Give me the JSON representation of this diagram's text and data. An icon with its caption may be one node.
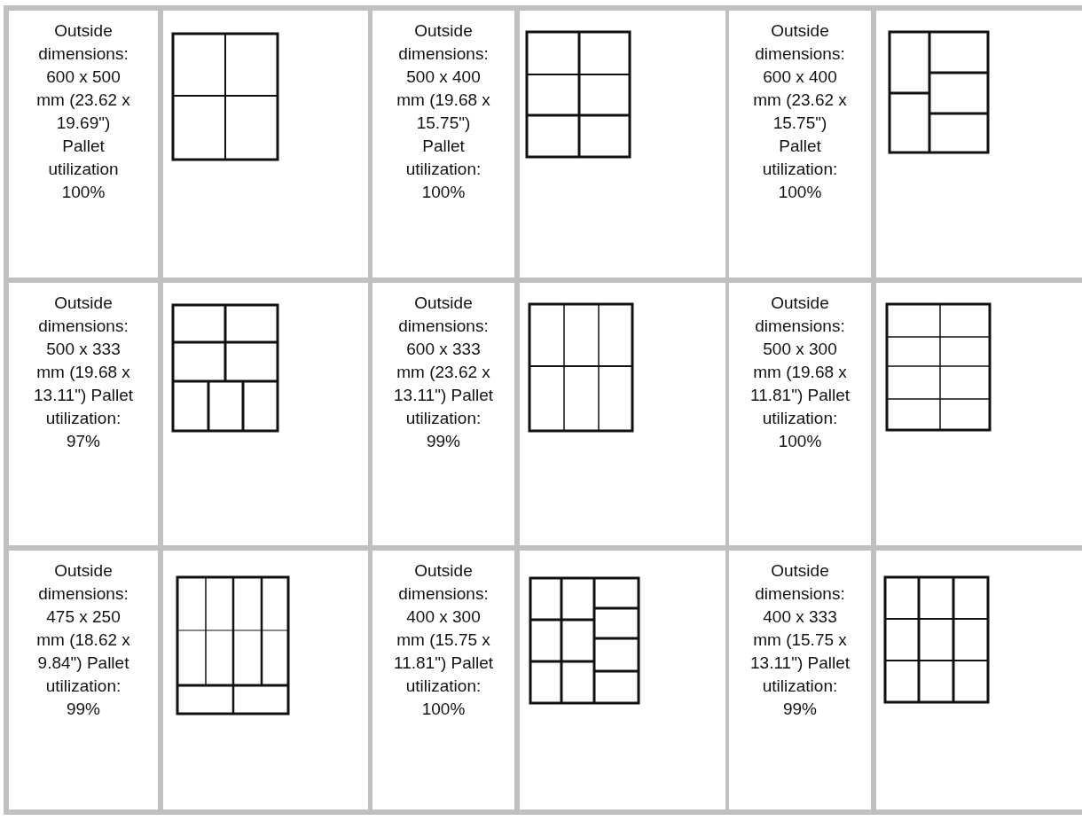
{
  "diagram": {
    "labels": [
      "Outside dimensions: 600 x 500 mm (23.62 x 19.69\") Pallet utilization 100%",
      "Outside dimensions: 500 x 400 mm (19.68 x 15.75\") Pallet utilization: 100%",
      "Outside dimensions: 600 x 400 mm (23.62 x 15.75\") Pallet utilization: 100%",
      "Outside dimensions: 500 x 333 mm (19.68 x 13.11\") Pallet utilization: 97%",
      "Outside dimensions: 600 x 333 mm (23.62 x 13.11\") Pallet utilization: 99%",
      "Outside dimensions: 500 x 300 mm (19.68 x 11.81\") Pallet utilization: 100%",
      "Outside dimensions: 475 x 250 mm (18.62 x 9.84\") Pallet utilization: 99%",
      "Outside dimensions: 400 x 300 mm (15.75 x 11.81\") Pallet utilization: 100%",
      "Outside dimensions: 400 x 333 mm (15.75 x 13.11\") Pallet utilization: 99%"
    ]
  }
}
